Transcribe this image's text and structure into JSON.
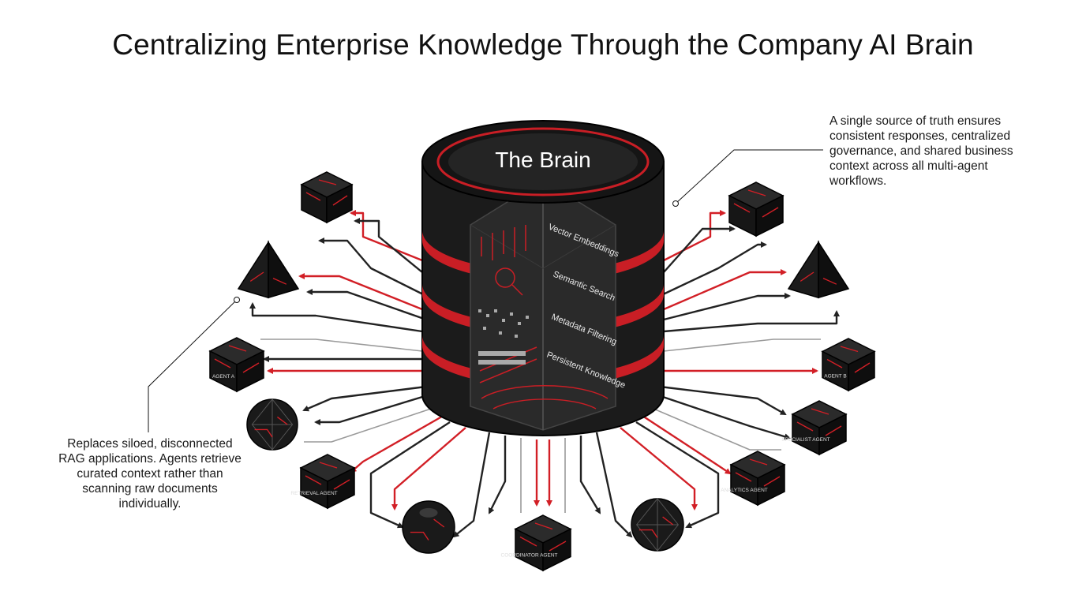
{
  "title": "Centralizing Enterprise Knowledge Through the Company AI Brain",
  "brain": {
    "label": "The Brain",
    "layers": [
      "Vector Embeddings",
      "Semantic Search",
      "Metadata Filtering",
      "Persistent Knowledge"
    ]
  },
  "callouts": {
    "right": "A single source of truth ensures consistent responses, centralized governance, and shared business context across all multi-agent workflows.",
    "left": "Replaces siloed, disconnected RAG applications. Agents retrieve curated context rather than scanning raw documents individually."
  },
  "agents": [
    "AGENT A",
    "AGENT B",
    "SPECIALIST AGENT",
    "ANALYTICS AGENT",
    "RETRIEVAL AGENT",
    "COORDINATOR AGENT"
  ],
  "colors": {
    "accent": "#d21f26",
    "dark": "#1c1c1c",
    "line": "#2a2a2a",
    "muted": "#9a9a9a"
  }
}
